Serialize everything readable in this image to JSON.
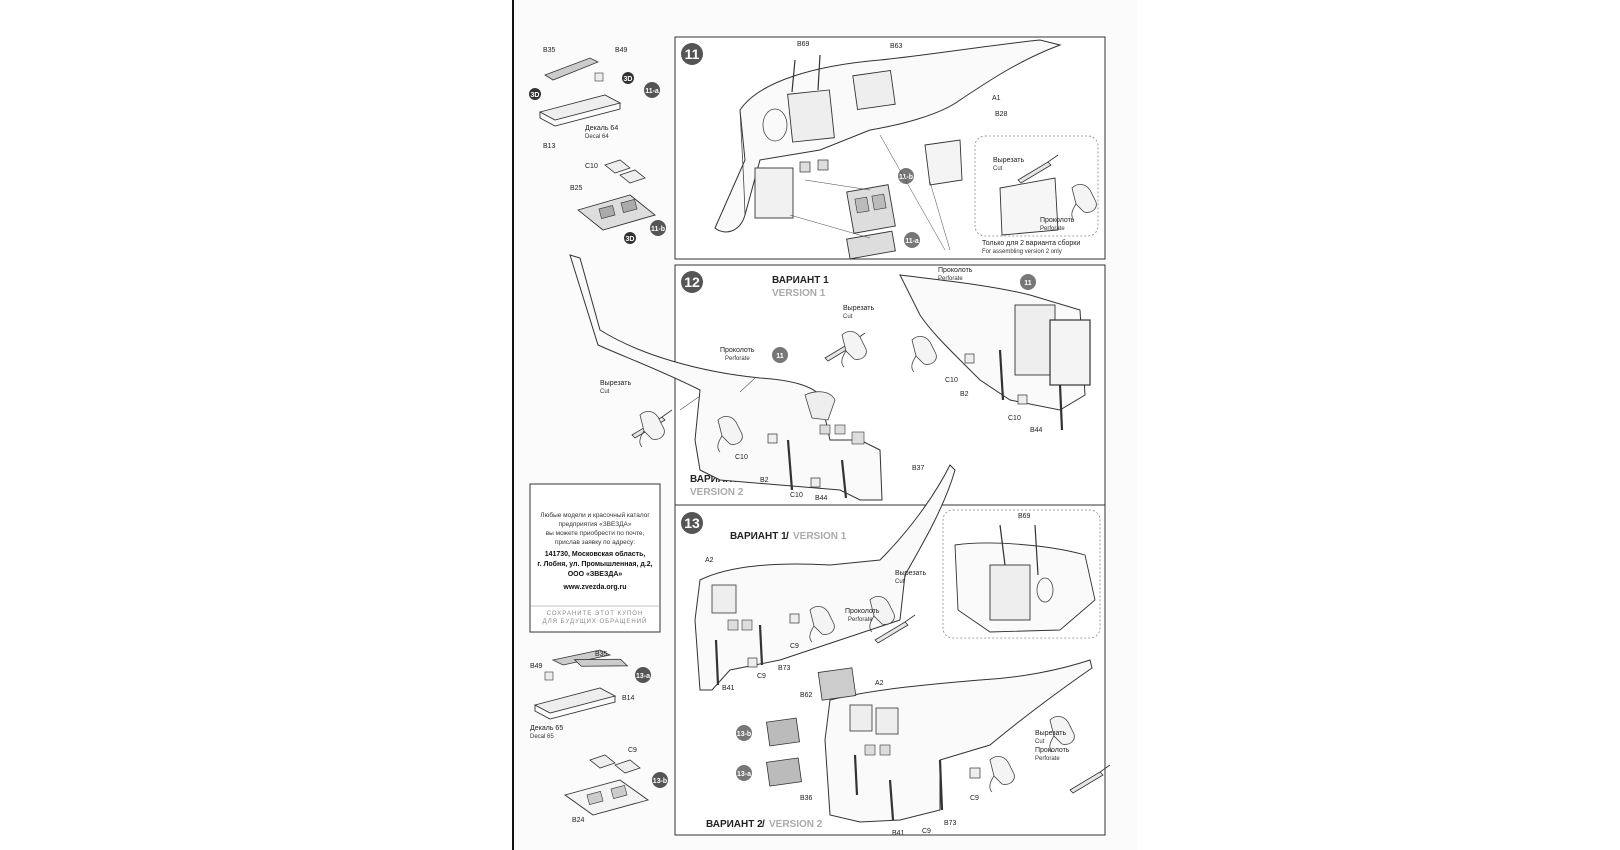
{
  "steps": {
    "s11": {
      "number": "11",
      "parts": [
        "B69",
        "B63",
        "A1",
        "B28"
      ],
      "cut_ru": "Вырезать",
      "cut_en": "Cut",
      "perf_ru": "Проколоть",
      "perf_en": "Perforate",
      "note_ru": "Только для 2 варианта сборки",
      "note_en": "For assembling version 2 only",
      "sub_b": "11-b",
      "sub_a": "11-a"
    },
    "s12": {
      "number": "12",
      "v1_ru": "ВАРИАНТ 1",
      "v1_en": "VERSION 1",
      "v2_ru": "ВАРИАНТ 2",
      "v2_en": "VERSION 2",
      "ref": "11",
      "cut_ru": "Вырезать",
      "cut_en": "Cut",
      "perf_ru": "Проколоть",
      "perf_en": "Perforate",
      "parts": [
        "C10",
        "B2",
        "C10",
        "B44",
        "B37"
      ],
      "parts_v2": [
        "C10",
        "B2",
        "C10",
        "B44"
      ]
    },
    "s13": {
      "number": "13",
      "v1_ru": "ВАРИАНТ 1",
      "v1_en": "VERSION 1",
      "v2_ru": "ВАРИАНТ 2",
      "v2_en": "VERSION 2",
      "cut_ru": "Вырезать",
      "cut_en": "Cut",
      "perf_ru": "Проколоть",
      "perf_en": "Perforate",
      "parts_top": [
        "A2",
        "C9",
        "B41",
        "C9",
        "B73",
        "B69"
      ],
      "parts_bottom": [
        "B62",
        "A2",
        "B36",
        "B41",
        "C9",
        "B73",
        "C9"
      ],
      "sub_b": "13-b",
      "sub_a": "13-a"
    }
  },
  "sub11a": {
    "badge": "11-a",
    "parts": [
      "B35",
      "B49",
      "B13"
    ],
    "decal_ru": "Декаль 64",
    "decal_en": "Decal 64",
    "x3": "3D"
  },
  "sub11b": {
    "badge": "11-b",
    "parts": [
      "C10",
      "B25"
    ],
    "x3": "3D"
  },
  "sub13a": {
    "badge": "13-a",
    "parts": [
      "B49",
      "B35",
      "B14"
    ],
    "decal_ru": "Декаль 65",
    "decal_en": "Decal 65"
  },
  "sub13b": {
    "badge": "13-b",
    "parts": [
      "C9",
      "B24"
    ]
  },
  "coupon": {
    "line1": "Любые модели и красочный каталог",
    "line2": "предприятия «ЗВЕЗДА»",
    "line3": "вы можете приобрести по почте,",
    "line4": "прислав заявку по адресу:",
    "addr1": "141730, Московская область,",
    "addr2": "г. Лобня, ул. Промышленная, д.2,",
    "addr3": "ООО «ЗВЕЗДА»",
    "site": "www.zvezda.org.ru",
    "footer1": "СОХРАНИТЕ ЭТОТ КУПОН",
    "footer2": "ДЛЯ БУДУЩИХ ОБРАЩЕНИЙ"
  },
  "colors": {
    "badge": "#555555",
    "panel_border": "#333333",
    "line": "#444444"
  }
}
